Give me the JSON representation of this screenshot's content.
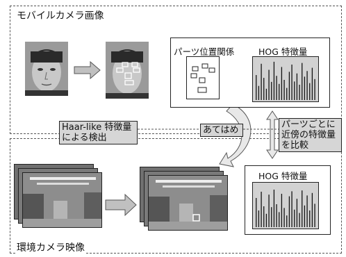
{
  "mobile_region": {
    "title": "モバイルカメラ画像"
  },
  "env_region": {
    "title": "環境カメラ映像"
  },
  "parts_box": {
    "parts_label": "パーツ位置関係",
    "hog_label": "HOG 特徴量"
  },
  "env_hog": {
    "label": "HOG 特徴量"
  },
  "haar_tag": {
    "line1": "Haar-like 特徴量",
    "line2": "による検出"
  },
  "match_tag": {
    "label": "あてはめ"
  },
  "compare_tag": {
    "line1": "パーツごとに",
    "line2": "近傍の特徴量",
    "line3": "を比較"
  },
  "colors": {
    "border": "#222222",
    "dashed": "#555555",
    "tag_fill": "#d6d6d6",
    "hog_fill": "#d2d2d2",
    "face_marker": "#ffffff"
  },
  "hog_bars_top": [
    0.62,
    0.35,
    0.9,
    0.55,
    0.28,
    0.75,
    0.45,
    0.95,
    0.6,
    0.4,
    0.82,
    0.5,
    0.3,
    0.7,
    0.88,
    0.46,
    0.66,
    0.38,
    0.92,
    0.58,
    0.72,
    0.42,
    0.8,
    0.52
  ],
  "hog_bars_bottom": [
    0.7,
    0.4,
    0.85,
    0.5,
    0.32,
    0.78,
    0.48,
    0.9,
    0.55,
    0.36,
    0.8,
    0.46,
    0.28,
    0.74,
    0.86,
    0.42,
    0.68,
    0.34,
    0.88,
    0.52,
    0.76,
    0.4,
    0.82,
    0.56
  ]
}
